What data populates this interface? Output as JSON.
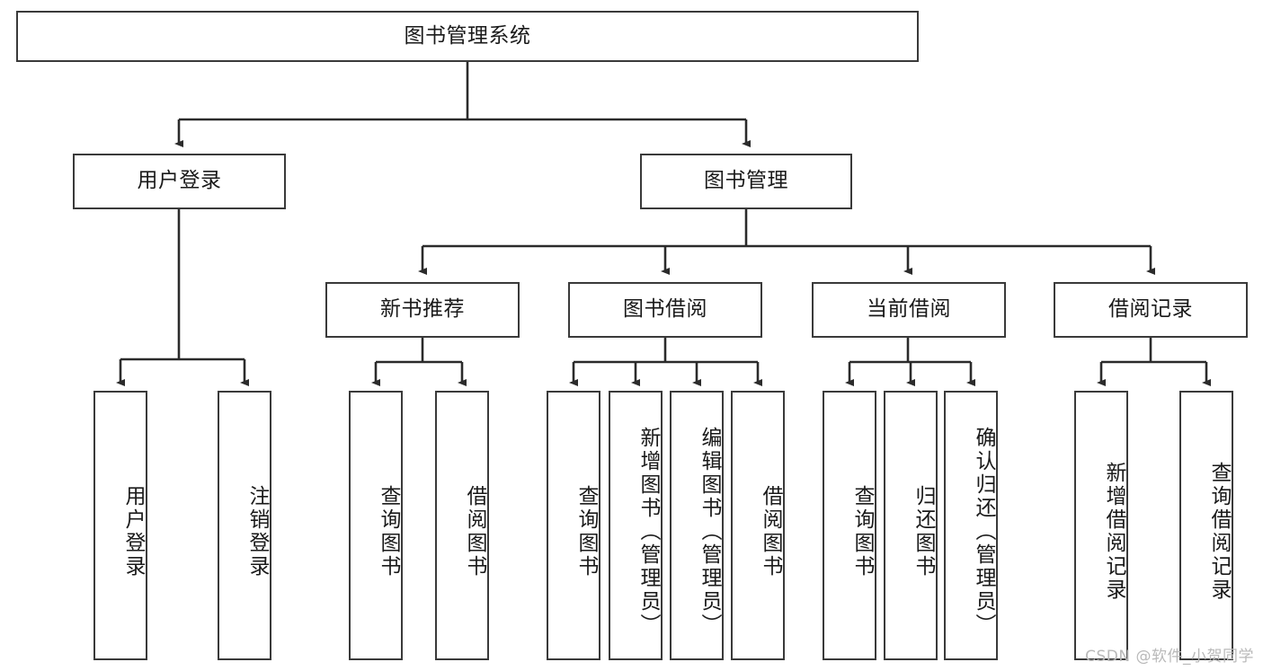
{
  "diagram": {
    "type": "tree",
    "title": "图书管理系统",
    "root": {
      "label": "图书管理系统"
    },
    "level2": [
      {
        "label": "用户登录"
      },
      {
        "label": "图书管理"
      }
    ],
    "level3": [
      {
        "label": "新书推荐"
      },
      {
        "label": "图书借阅"
      },
      {
        "label": "当前借阅"
      },
      {
        "label": "借阅记录"
      }
    ],
    "leaves": {
      "user_login": [
        {
          "label": "用户登录"
        },
        {
          "label": "注销登录"
        }
      ],
      "new_book_recommend": [
        {
          "label": "查询图书"
        },
        {
          "label": "借阅图书"
        }
      ],
      "book_borrow": [
        {
          "label": "查询图书"
        },
        {
          "label": "新增图书（管理员）"
        },
        {
          "label": "编辑图书（管理员）"
        },
        {
          "label": "借阅图书"
        }
      ],
      "current_borrow": [
        {
          "label": "查询图书"
        },
        {
          "label": "归还图书"
        },
        {
          "label": "确认归还（管理员）"
        }
      ],
      "borrow_record": [
        {
          "label": "新增借阅记录"
        },
        {
          "label": "查询借阅记录"
        }
      ]
    }
  },
  "watermark": {
    "text": "CSDN @软件_小贺同学"
  },
  "colors": {
    "border": "#3a3a3a",
    "edge": "#2b2b2b",
    "background": "#ffffff",
    "text": "#1a1a1a",
    "watermark": "#b9b9b9"
  }
}
